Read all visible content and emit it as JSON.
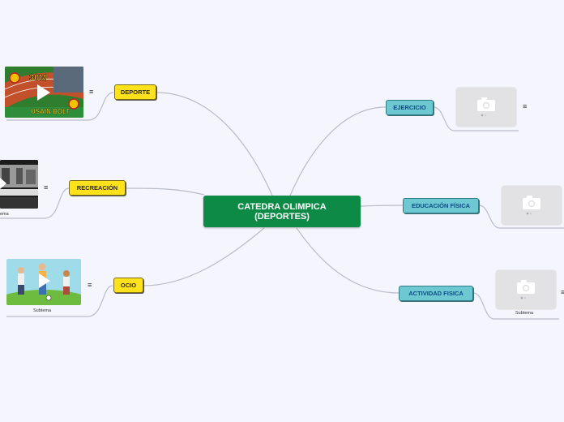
{
  "central": {
    "label": "CATEDRA OLIMPICA\n(DEPORTES)"
  },
  "left": {
    "deporte": {
      "label": "DEPORTE",
      "menu": "≡",
      "thumb_text_top": "30M",
      "thumb_text_bottom": "USAIN BOLT"
    },
    "recreacion": {
      "label": "RECREACIÓN",
      "menu": "≡",
      "caption": "ema"
    },
    "ocio": {
      "label": "OCIO",
      "menu": "≡",
      "caption": "Subtema"
    }
  },
  "right": {
    "ejercicio": {
      "label": "EJERCICIO",
      "menu": "≡"
    },
    "educacion": {
      "label": "EDUCACIÓN FÍSICA"
    },
    "actividad": {
      "label": "ACTIVIDAD FISICA",
      "menu": "≡",
      "caption": "Subtema"
    }
  },
  "colors": {
    "central": "#0e8a47",
    "yellow_node": "#ffe11c",
    "teal_node": "#6dc8d2",
    "background": "#f4f5fd"
  }
}
